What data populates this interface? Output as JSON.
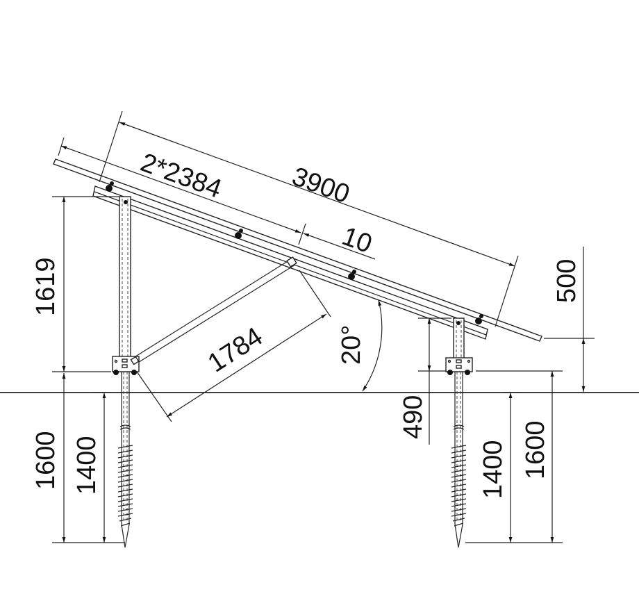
{
  "diagram": {
    "dimensions": {
      "panel_length": "3900",
      "module_span": "2*2384",
      "gap": "10",
      "brace_length": "1784",
      "front_height": "1619",
      "rear_height": "490",
      "clearance": "500",
      "tilt_angle": "20°",
      "left_pile_total": "1600",
      "left_pile_embed": "1400",
      "right_pile_embed": "1400",
      "right_pile_total": "1600"
    }
  }
}
